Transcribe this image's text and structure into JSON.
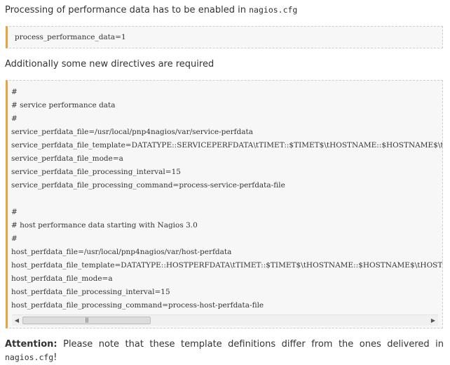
{
  "intro": {
    "text": "Processing of performance data has to be enabled in ",
    "file": "nagios.cfg"
  },
  "code1": {
    "text": "process_performance_data=1"
  },
  "additional": {
    "text": "Additionally some new directives are required"
  },
  "code2": {
    "lines": "#\n# service performance data\n#\nservice_perfdata_file=/usr/local/pnp4nagios/var/service-perfdata\nservice_perfdata_file_template=DATATYPE::SERVICEPERFDATA\\tTIMET::$TIMET$\\tHOSTNAME::$HOSTNAME$\\tSERVICEDESC::$SERVICEDESC$\nservice_perfdata_file_mode=a\nservice_perfdata_file_processing_interval=15\nservice_perfdata_file_processing_command=process-service-perfdata-file\n\n#\n# host performance data starting with Nagios 3.0\n#\nhost_perfdata_file=/usr/local/pnp4nagios/var/host-perfdata\nhost_perfdata_file_template=DATATYPE::HOSTPERFDATA\\tTIMET::$TIMET$\\tHOSTNAME::$HOSTNAME$\\tHOSTPERFDATA::$HOSTPERFDATA$\nhost_perfdata_file_mode=a\nhost_perfdata_file_processing_interval=15\nhost_perfdata_file_processing_command=process-host-perfdata-file",
    "scroll_left": "◀",
    "scroll_right": "▶",
    "scroll_grip": "|||"
  },
  "attention": {
    "label": "Attention:",
    "text": " Please note that these template definitions differ from the ones delivered in ",
    "file": "nagios.cfg",
    "end": "!"
  }
}
